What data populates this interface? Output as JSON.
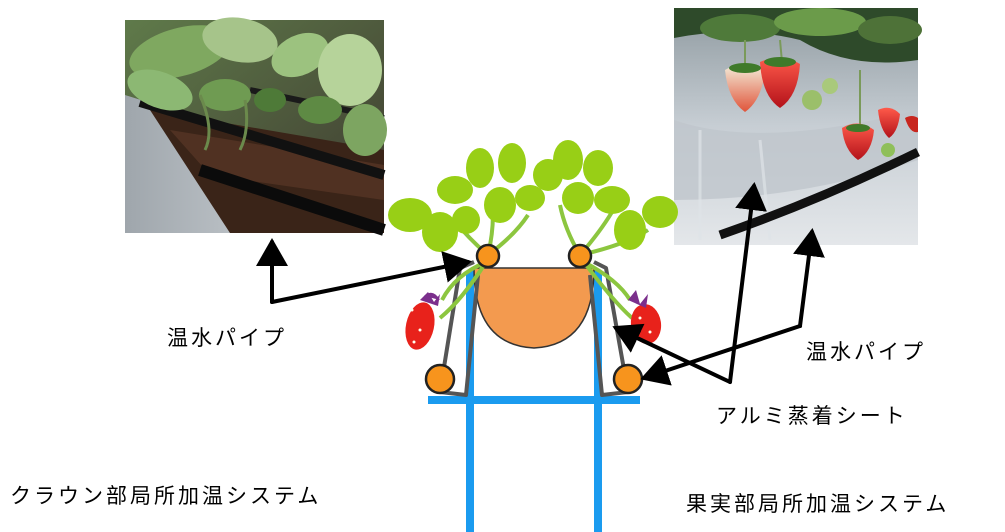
{
  "labels": {
    "hot_water_pipe_left": "温水パイプ",
    "hot_water_pipe_right": "温水パイプ",
    "aluminum_sheet": "アルミ蒸着シート",
    "crown_heating": "クラウン部局所加温システム",
    "fruit_heating": "果実部局所加温システム"
  },
  "colors": {
    "frame": "#1a9bef",
    "pipe": "#f7941d",
    "bed": "#f39a4f",
    "leaf": "#98cf16",
    "stem": "#8cc63f",
    "fruit": "#e8221b",
    "calyx": "#7b2f8c",
    "sheet": "#555555",
    "arrow": "#000000"
  },
  "photos": {
    "left": "strawberry-crown-photo",
    "right": "strawberry-fruit-photo"
  }
}
